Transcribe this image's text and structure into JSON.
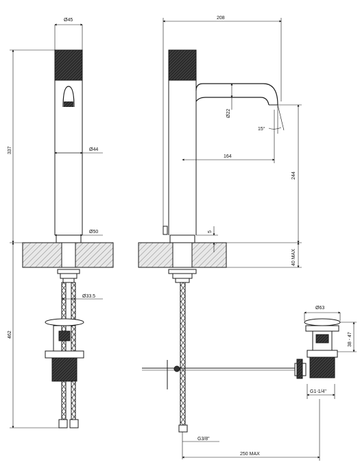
{
  "dimensions": {
    "d45": "Ø45",
    "d44": "Ø44",
    "d50": "Ø50",
    "d33_5": "Ø33.5",
    "h337": "337",
    "h462": "462",
    "w208": "208",
    "d22": "Ø22",
    "angle15": "15°",
    "w164": "164",
    "h244": "244",
    "h5": "5",
    "max40": "40 MAX",
    "d63": "Ø63",
    "h38_47": "38 - 47",
    "g114": "G1-1/4\"",
    "g38": "G3/8\"",
    "max250": "250 MAX"
  },
  "colors": {
    "line": "#1a1a1a",
    "hatch": "#555555",
    "counter": "#d6d6d6"
  }
}
